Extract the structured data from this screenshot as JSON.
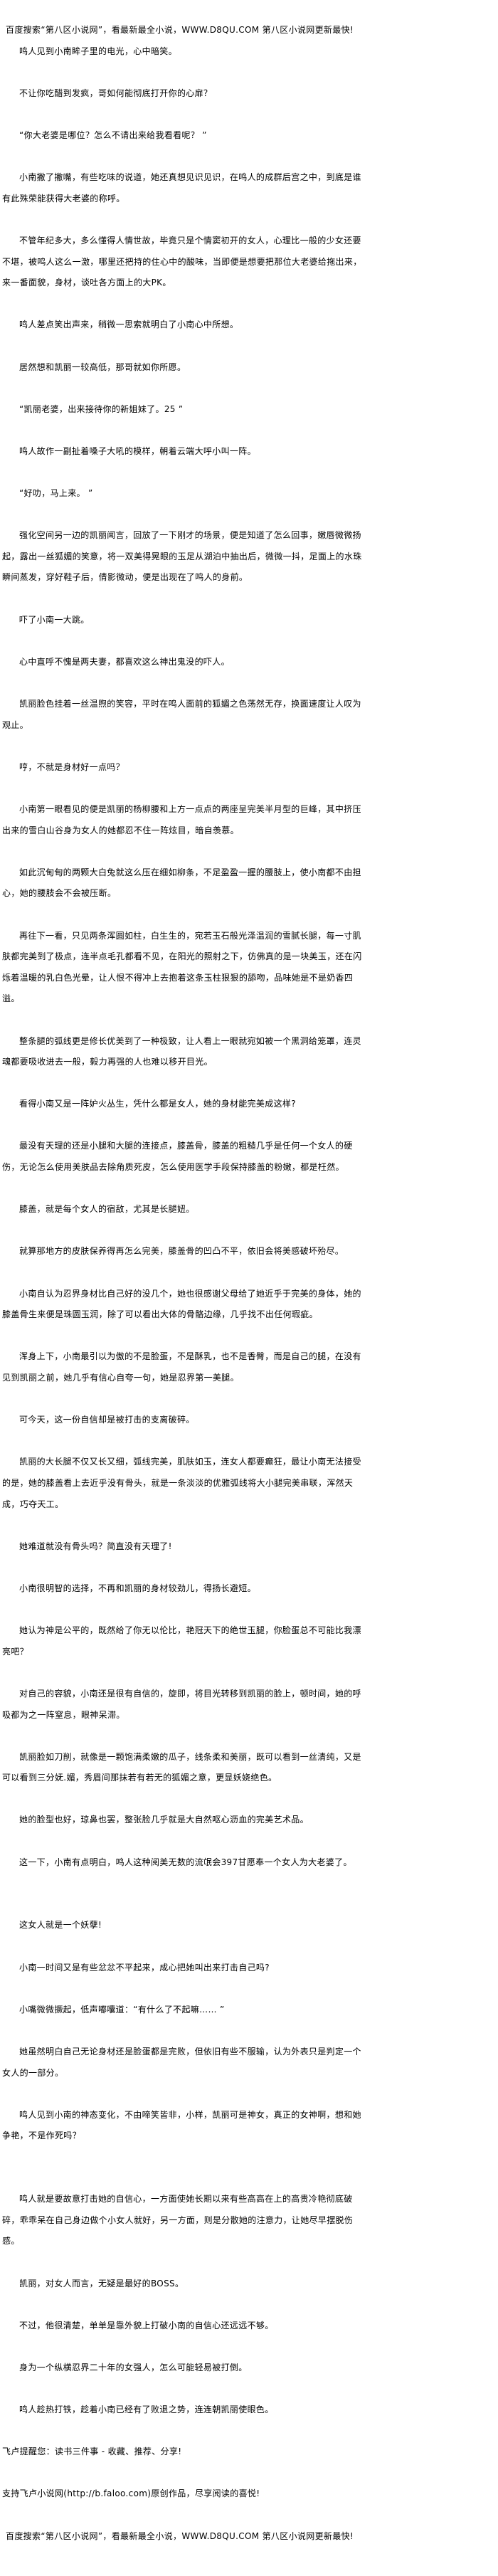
{
  "banner": "百度搜索“第八区小说网”，看最新最全小说，WWW.D8QU.COM  第八区小说网更新最快!",
  "paragraphs": [
    "鸣人见到小南眸子里的电光，心中暗笑。",
    "不让你吃醋到发疯，哥如何能彻底打开你的心扉？",
    "“你大老婆是哪位？怎么不请出来给我看看呢？ ”",
    "小南撇了撇嘴，有些吃味的说道，她还真想见识见识，在鸣人的成群后宫之中，到底是谁有此殊荣能获得大老婆的称呼。",
    "不管年纪多大，多么懂得人情世故，毕竟只是个情窦初开的女人，心理比一般的少女还要不堪，被鸣人这么一激，哪里还把持的住心中的酸味，当即便是想要把那位大老婆给拖出来，来一番面貌，身材，谈吐各方面上的大PK。",
    "鸣人差点笑出声来，稍微一思索就明白了小南心中所想。",
    "居然想和凯丽一较高低，那哥就如你所愿。",
    "“凯丽老婆，出来接待你的新姐妹了。25 ”",
    "鸣人故作一副扯着嗓子大吼的模样，朝着云端大呼小叫一阵。",
    "“好叻，马上来。 ”",
    "强化空间另一边的凯丽闻言，回放了一下刚才的场景，便是知道了怎么回事，嫩唇微微扬起，露出一丝狐媚的笑意，将一双美得晃眼的玉足从湖泊中抽出后，微微一抖，足面上的水珠瞬间蒸发，穿好鞋子后，倩影微动，便是出现在了鸣人的身前。",
    "吓了小南一大跳。",
    "心中直呼不愧是两夫妻，都喜欢这么神出鬼没的吓人。",
    "凯丽脸色挂着一丝温煦的笑容，平时在鸣人面前的狐媚之色荡然无存，换面速度让人叹为观止。",
    "哼，不就是身材好一点吗？",
    "小南第一眼看见的便是凯丽的杨柳腰和上方一点点的两座呈完美半月型的巨峰，其中挤压出来的雪白山谷身为女人的她都忍不住一阵炫目，暗自羡慕。",
    "如此沉甸甸的两颗大白兔就这么压在细如柳条，不足盈盈一握的腰肢上，使小南都不由担心，她的腰肢会不会被压断。",
    "再往下一看，只见两条浑圆如柱，白生生的，宛若玉石般光泽温润的雪腻长腿，每一寸肌肤都完美到了极点，连半点毛孔都看不见，在阳光的照射之下，仿佛真的是一块美玉，还在闪烁着温暖的乳白色光晕，让人恨不得冲上去抱着这条玉柱狠狠的舔吻，品味她是不是奶香四溢。",
    "整条腿的弧线更是修长优美到了一种极致，让人看上一眼就宛如被一个黑洞给笼罩，连灵魂都要吸收进去一般，毅力再强的人也难以移开目光。",
    "看得小南又是一阵妒火丛生，凭什么都是女人，她的身材能完美成这样?",
    "最没有天理的还是小腿和大腿的连接点，膝盖骨，膝盖的粗糙几乎是任何一个女人的硬伤，无论怎么使用美肤品去除角质死皮，怎么使用医学手段保持膝盖的粉嫩，都是枉然。",
    "膝盖，就是每个女人的宿敌，尤其是长腿妞。",
    "就算那地方的皮肤保养得再怎么完美，膝盖骨的凹凸不平，依旧会将美感破坏殆尽。",
    "小南自认为忍界身材比自己好的没几个，她也很感谢父母给了她近乎于完美的身体，她的膝盖骨生来便是珠圆玉润，除了可以看出大体的骨骼边缘，几乎找不出任何瑕疵。",
    "浑身上下，小南最引以为傲的不是脸蛋，不是酥乳，也不是香臀，而是自己的腿，在没有见到凯丽之前，她几乎有信心自夸一句，她是忍界第一美腿。",
    "可今天，这一份自信却是被打击的支离破碎。",
    "凯丽的大长腿不仅又长又细，弧线完美，肌肤如玉，连女人都要癫狂，最让小南无法接受的是，她的膝盖看上去近乎没有骨头，就是一条淡淡的优雅弧线将大小腿完美串联，浑然天成，巧夺天工。",
    "她难道就没有骨头吗？简直没有天理了!",
    "小南很明智的选择，不再和凯丽的身材较劲儿，得扬长避短。",
    "她认为神是公平的，既然给了你无以伦比，艳冠天下的绝世玉腿，你脸蛋总不可能比我漂亮吧？",
    "对自己的容貌，小南还是很有自信的，旋即，将目光转移到凯丽的脸上，顿时间，她的呼吸都为之一阵窒息，眼神呆滞。",
    "凯丽脸如刀削，就像是一颗饱满柔嫩的瓜子，线条柔和美丽，既可以看到一丝清纯，又是可以看到三分妩.媚，秀眉间那抹若有若无的狐媚之意，更显妖娆绝色。",
    "她的脸型也好，琼鼻也罢，整张脸几乎就是大自然呕心沥血的完美艺术品。",
    "这一下，小南有点明白，鸣人这种阅美无数的流氓会397甘愿奉一个女人为大老婆了。",
    "这女人就是一个妖孽!",
    "小南一时间又是有些忿忿不平起来，成心把她叫出来打击自己吗?",
    "小嘴微微撅起，低声嘟囔道：“有什么了不起嘛…… ”",
    "她虽然明白自己无论身材还是脸蛋都是完败，但依旧有些不服输，认为外表只是判定一个女人的一部分。",
    "鸣人见到小南的神态变化，不由啼笑皆非，小样，凯丽可是神女，真正的女神啊，想和她争艳，不是作死吗？",
    "鸣人就是要故意打击她的自信心，一方面使她长期以来有些高高在上的高贵冷艳彻底破碎，乖乖呆在自己身边做个小女人就好，另一方面，则是分散她的注意力，让她尽早摆脱伤感。",
    "凯丽，对女人而言，无疑是最好的BOSS。",
    "不过，他很清楚，单单是靠外貌上打破小南的自信心还远远不够。",
    "身为一个纵横忍界二十年的女强人，怎么可能轻易被打倒。",
    "鸣人趁热打铁，趁着小南已经有了败退之势，连连朝凯丽使眼色。"
  ],
  "footer": {
    "reminder": "飞卢提醒您：读书三件事 - 收藏、推荐、分享!",
    "support": "支持飞卢小说网(http://b.faloo.com)原创作品，尽享阅读的喜悦!",
    "banner": "百度搜索“第八区小说网”，看最新最全小说，WWW.D8QU.COM  第八区小说网更新最快!"
  }
}
